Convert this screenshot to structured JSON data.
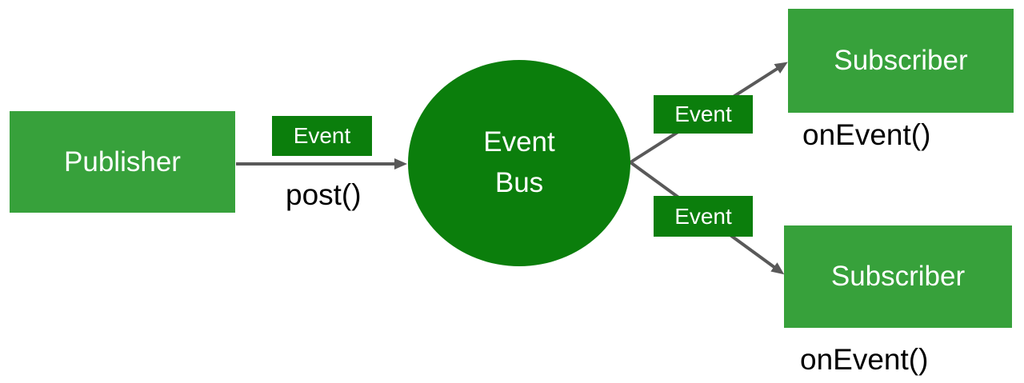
{
  "diagram": {
    "type": "event-bus-pattern",
    "publisher": {
      "label": "Publisher",
      "method_label": "post()"
    },
    "event_bus": {
      "label_line1": "Event",
      "label_line2": "Bus"
    },
    "event_labels": {
      "to_bus": "Event",
      "to_subscriber_top": "Event",
      "to_subscriber_bottom": "Event"
    },
    "subscribers": {
      "top": {
        "label": "Subscriber",
        "method_label": "onEvent()"
      },
      "bottom": {
        "label": "Subscriber",
        "method_label": "onEvent()"
      }
    },
    "colors": {
      "node_green": "#37a13b",
      "bus_dark_green": "#0b7e0c",
      "arrow_gray": "#595959",
      "node_text": "#ffffff",
      "method_text": "#000000",
      "background": "#ffffff"
    }
  }
}
